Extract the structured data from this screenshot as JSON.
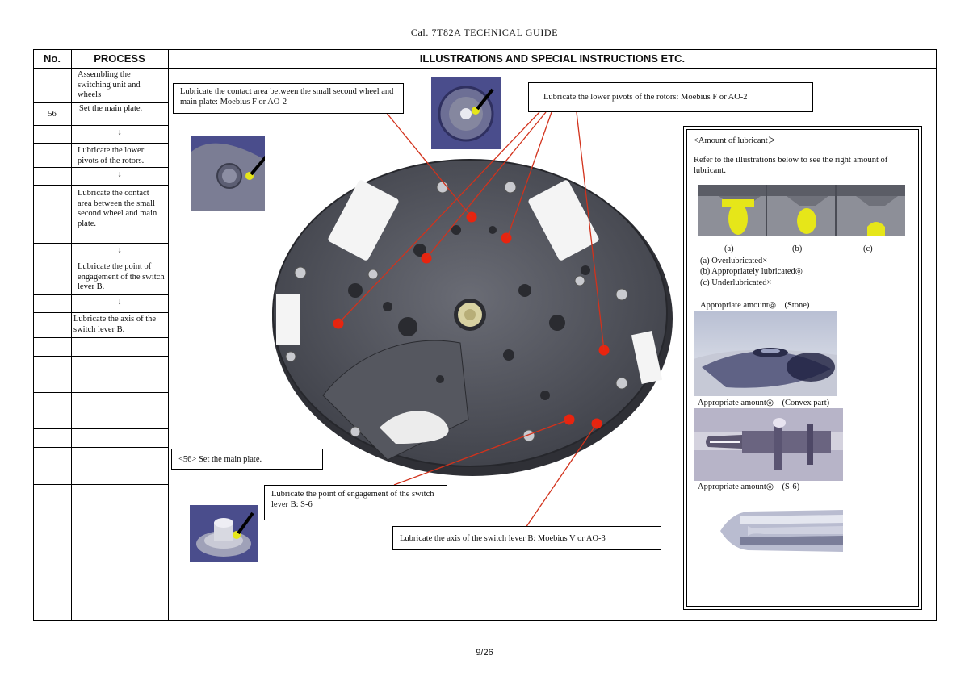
{
  "document": {
    "title": "Cal. 7T82A TECHNICAL GUIDE",
    "page_number": "9/26"
  },
  "table": {
    "headers": {
      "no": "No.",
      "process": "PROCESS",
      "illustrations": "ILLUSTRATIONS AND SPECIAL INSTRUCTIONS ETC."
    },
    "rows": [
      {
        "no": "",
        "process": "Assembling the switching unit and wheels"
      },
      {
        "no": "56",
        "process": "Set the main plate."
      },
      {
        "no": "",
        "process": "↓"
      },
      {
        "no": "",
        "process": "Lubricate the lower pivots of the rotors."
      },
      {
        "no": "",
        "process": "↓"
      },
      {
        "no": "",
        "process": "Lubricate the contact area between the small second wheel and main plate."
      },
      {
        "no": "",
        "process": "↓"
      },
      {
        "no": "",
        "process": "Lubricate the point of engagement of the switch lever B."
      },
      {
        "no": "",
        "process": "↓"
      },
      {
        "no": "",
        "process": "Lubricate the axis of the switch lever B."
      }
    ]
  },
  "callouts": {
    "small_second_wheel": "Lubricate the contact area between the small second wheel and main plate: Moebius F or AO-2",
    "rotor_pivots": "Lubricate the lower pivots of the rotors: Moebius F or AO-2",
    "step_label": "<56> Set the main plate.",
    "engagement_point": "Lubricate the point of engagement of the switch lever B: S-6",
    "lever_axis": "Lubricate the axis of the switch lever B: Moebius V or AO-3"
  },
  "lubricant_panel": {
    "heading": "<Amount of lubricant＞",
    "intro": "Refer to the illustrations below to see the right amount of lubricant.",
    "diagram_labels": [
      "(a)",
      "(b)",
      "(c)"
    ],
    "legend": [
      "(a) Overlubricated×",
      "(b) Appropriately lubricated◎",
      "(c) Underlubricated×"
    ],
    "photo_captions": {
      "stone": "Appropriate amount◎　(Stone)",
      "convex": "Appropriate amount◎　(Convex part)",
      "s6": "Appropriate amount◎　(S-6)"
    }
  },
  "colors": {
    "lubrication_marker": "#e8240f",
    "oil_yellow": "#e6e619",
    "plate_gray": "#4d4f57",
    "inset_blue": "#4a4d8c"
  }
}
